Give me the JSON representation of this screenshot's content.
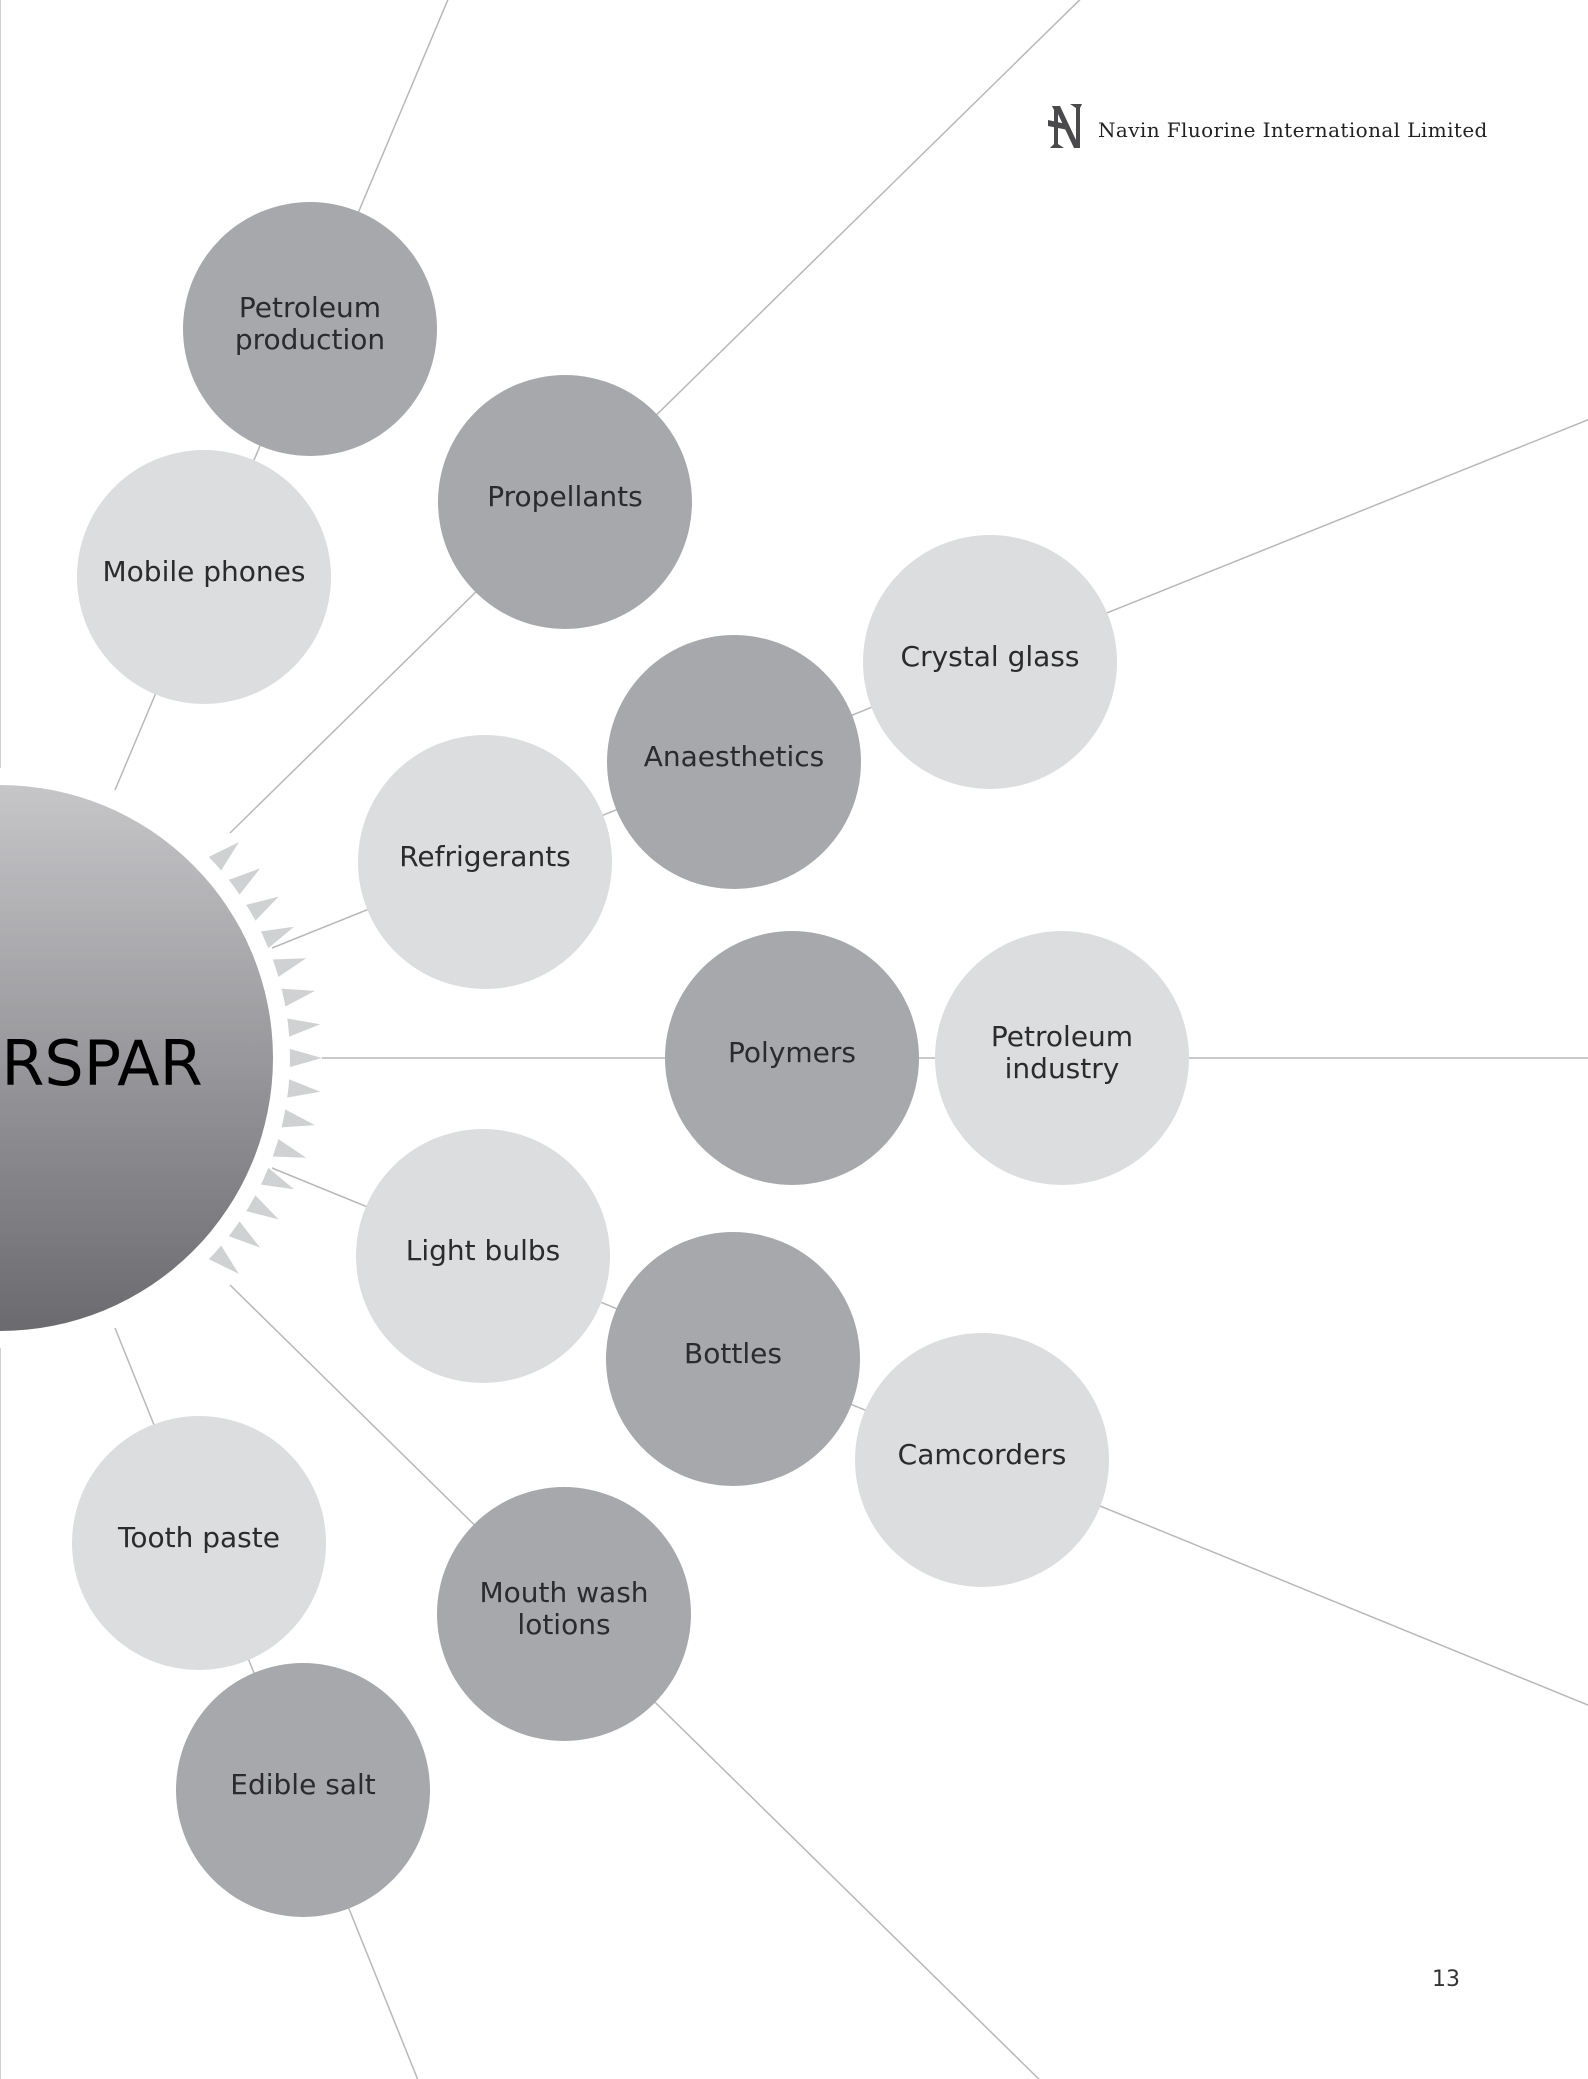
{
  "header": {
    "company_name": "Navin Fluorine International Limited",
    "logo_icon": "nfil-monogram-icon"
  },
  "hub": {
    "label": "RSPAR"
  },
  "nodes": [
    {
      "id": "petroleum-production",
      "lines": [
        "Petroleum",
        "production"
      ],
      "shade": "dark"
    },
    {
      "id": "mobile-phones",
      "lines": [
        "Mobile phones"
      ],
      "shade": "light"
    },
    {
      "id": "propellants",
      "lines": [
        "Propellants"
      ],
      "shade": "dark"
    },
    {
      "id": "crystal-glass",
      "lines": [
        "Crystal glass"
      ],
      "shade": "light"
    },
    {
      "id": "anaesthetics",
      "lines": [
        "Anaesthetics"
      ],
      "shade": "dark"
    },
    {
      "id": "refrigerants",
      "lines": [
        "Refrigerants"
      ],
      "shade": "light"
    },
    {
      "id": "polymers",
      "lines": [
        "Polymers"
      ],
      "shade": "dark"
    },
    {
      "id": "petroleum-industry",
      "lines": [
        "Petroleum",
        "industry"
      ],
      "shade": "light"
    },
    {
      "id": "light-bulbs",
      "lines": [
        "Light bulbs"
      ],
      "shade": "light"
    },
    {
      "id": "bottles",
      "lines": [
        "Bottles"
      ],
      "shade": "dark"
    },
    {
      "id": "camcorders",
      "lines": [
        "Camcorders"
      ],
      "shade": "light"
    },
    {
      "id": "tooth-paste",
      "lines": [
        "Tooth paste"
      ],
      "shade": "light"
    },
    {
      "id": "mouth-wash-lotions",
      "lines": [
        "Mouth wash",
        "lotions"
      ],
      "shade": "dark"
    },
    {
      "id": "edible-salt",
      "lines": [
        "Edible salt"
      ],
      "shade": "dark"
    }
  ],
  "colors": {
    "dark_bubble": "#a7a8ac",
    "light_bubble": "#dcdddf",
    "line": "#b8b8bb",
    "hub_top": "#c6c6c9",
    "hub_bottom": "#6b6b6f",
    "spike": "#d0d1d3"
  },
  "page_number": "13"
}
